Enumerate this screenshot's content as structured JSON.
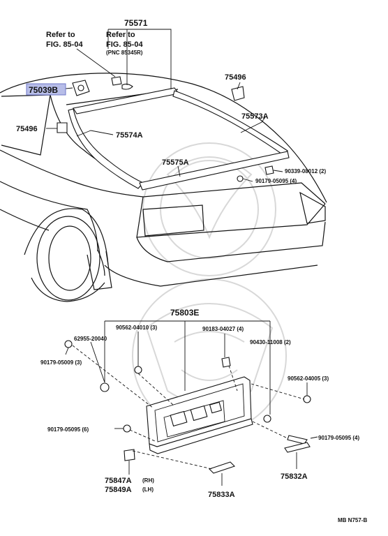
{
  "labels": {
    "p75571": "75571",
    "refer_1": "Refer to",
    "fig_1": "FIG. 85-04",
    "refer_2": "Refer to",
    "fig_2": "FIG. 85-04",
    "pnc_note": "(PNC 85345R)",
    "p75039B": "75039B",
    "p75496_left": "75496",
    "p75496_right": "75496",
    "p75573A": "75573A",
    "p75574A": "75574A",
    "p75575A": "75575A",
    "p90339": "90339-08012 (2)",
    "p90179_top": "90179-05095 (4)",
    "p75803E": "75803E",
    "p90562_04010": "90562-04010 (3)",
    "p90183": "90183-04027 (4)",
    "p62955": "62955-20040",
    "p90430": "90430-11008 (2)",
    "p90179_05009": "90179-05009 (3)",
    "p90562_04005": "90562-04005 (3)",
    "p90179_left": "90179-05095 (6)",
    "p90179_right": "90179-05095 (4)",
    "p75847A": "75847A",
    "p75847A_side": "(RH)",
    "p75849A": "75849A",
    "p75849A_side": "(LH)",
    "p75833A": "75833A",
    "p75832A": "75832A",
    "footer_code": "MB  N757-B"
  },
  "colors": {
    "ink": "#111111",
    "highlight": "#b7bde8",
    "watermark": "#d8d8d8"
  }
}
